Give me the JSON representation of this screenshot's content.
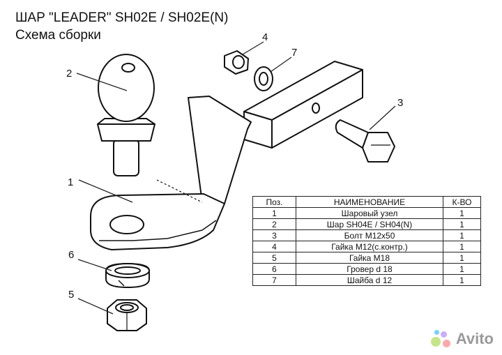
{
  "header": {
    "title": "ШАР \"LEADER\" SH02E / SH02E(N)",
    "subtitle": "Схема сборки"
  },
  "callouts": [
    "1",
    "2",
    "3",
    "4",
    "5",
    "6",
    "7"
  ],
  "table": {
    "headers": [
      "Поз.",
      "НАИМЕНОВАНИЕ",
      "К-ВО"
    ],
    "rows": [
      [
        "1",
        "Шаровый узел",
        "1"
      ],
      [
        "2",
        "Шар SH04E / SH04(N)",
        "1"
      ],
      [
        "3",
        "Болт М12х50",
        "1"
      ],
      [
        "4",
        "Гайка М12(с.контр.)",
        "1"
      ],
      [
        "5",
        "Гайка М18",
        "1"
      ],
      [
        "6",
        "Гровер d 18",
        "1"
      ],
      [
        "7",
        "Шайба d 12",
        "1"
      ]
    ]
  },
  "watermark": {
    "text": "Avito",
    "dot_colors": [
      "#97cf26",
      "#a169f7",
      "#ff6163",
      "#0af"
    ]
  }
}
